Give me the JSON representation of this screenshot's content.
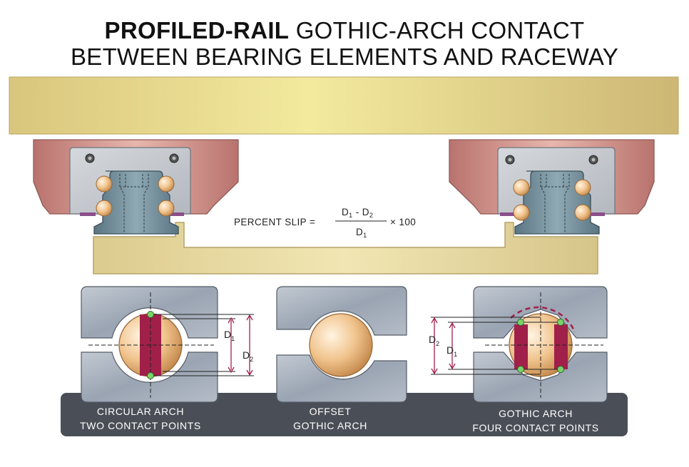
{
  "title": {
    "bold_part": "PROFILED-RAIL",
    "line1_rest": " GOTHIC-ARCH CONTACT",
    "line2": "BETWEEN BEARING ELEMENTS AND RACEWAY"
  },
  "formula": {
    "prefix": "PERCENT SLIP =",
    "num_a": "D",
    "num_a_sub": "1",
    "num_op": " - D",
    "num_b_sub": "2",
    "den": "D",
    "den_sub": "1",
    "suffix": "× 100"
  },
  "dims": {
    "d": "D",
    "sub1": "1",
    "sub2": "2"
  },
  "panels": [
    {
      "line1": "CIRCULAR ARCH",
      "line2": "TWO CONTACT POINTS"
    },
    {
      "line1": "OFFSET",
      "line2": "GOTHIC ARCH"
    },
    {
      "line1": "GOTHIC ARCH",
      "line2": "FOUR CONTACT POINTS"
    }
  ],
  "colors": {
    "table": "#e6d98a",
    "base": "#e9dba6",
    "carriage": "#c98a83",
    "rail": "#6d8a97",
    "ball": "#f0c48a",
    "steel": "#aab3bf",
    "contact_band": "#a0204a",
    "contact_point": "#7ad36a",
    "label_bar": "#4a4f57"
  }
}
